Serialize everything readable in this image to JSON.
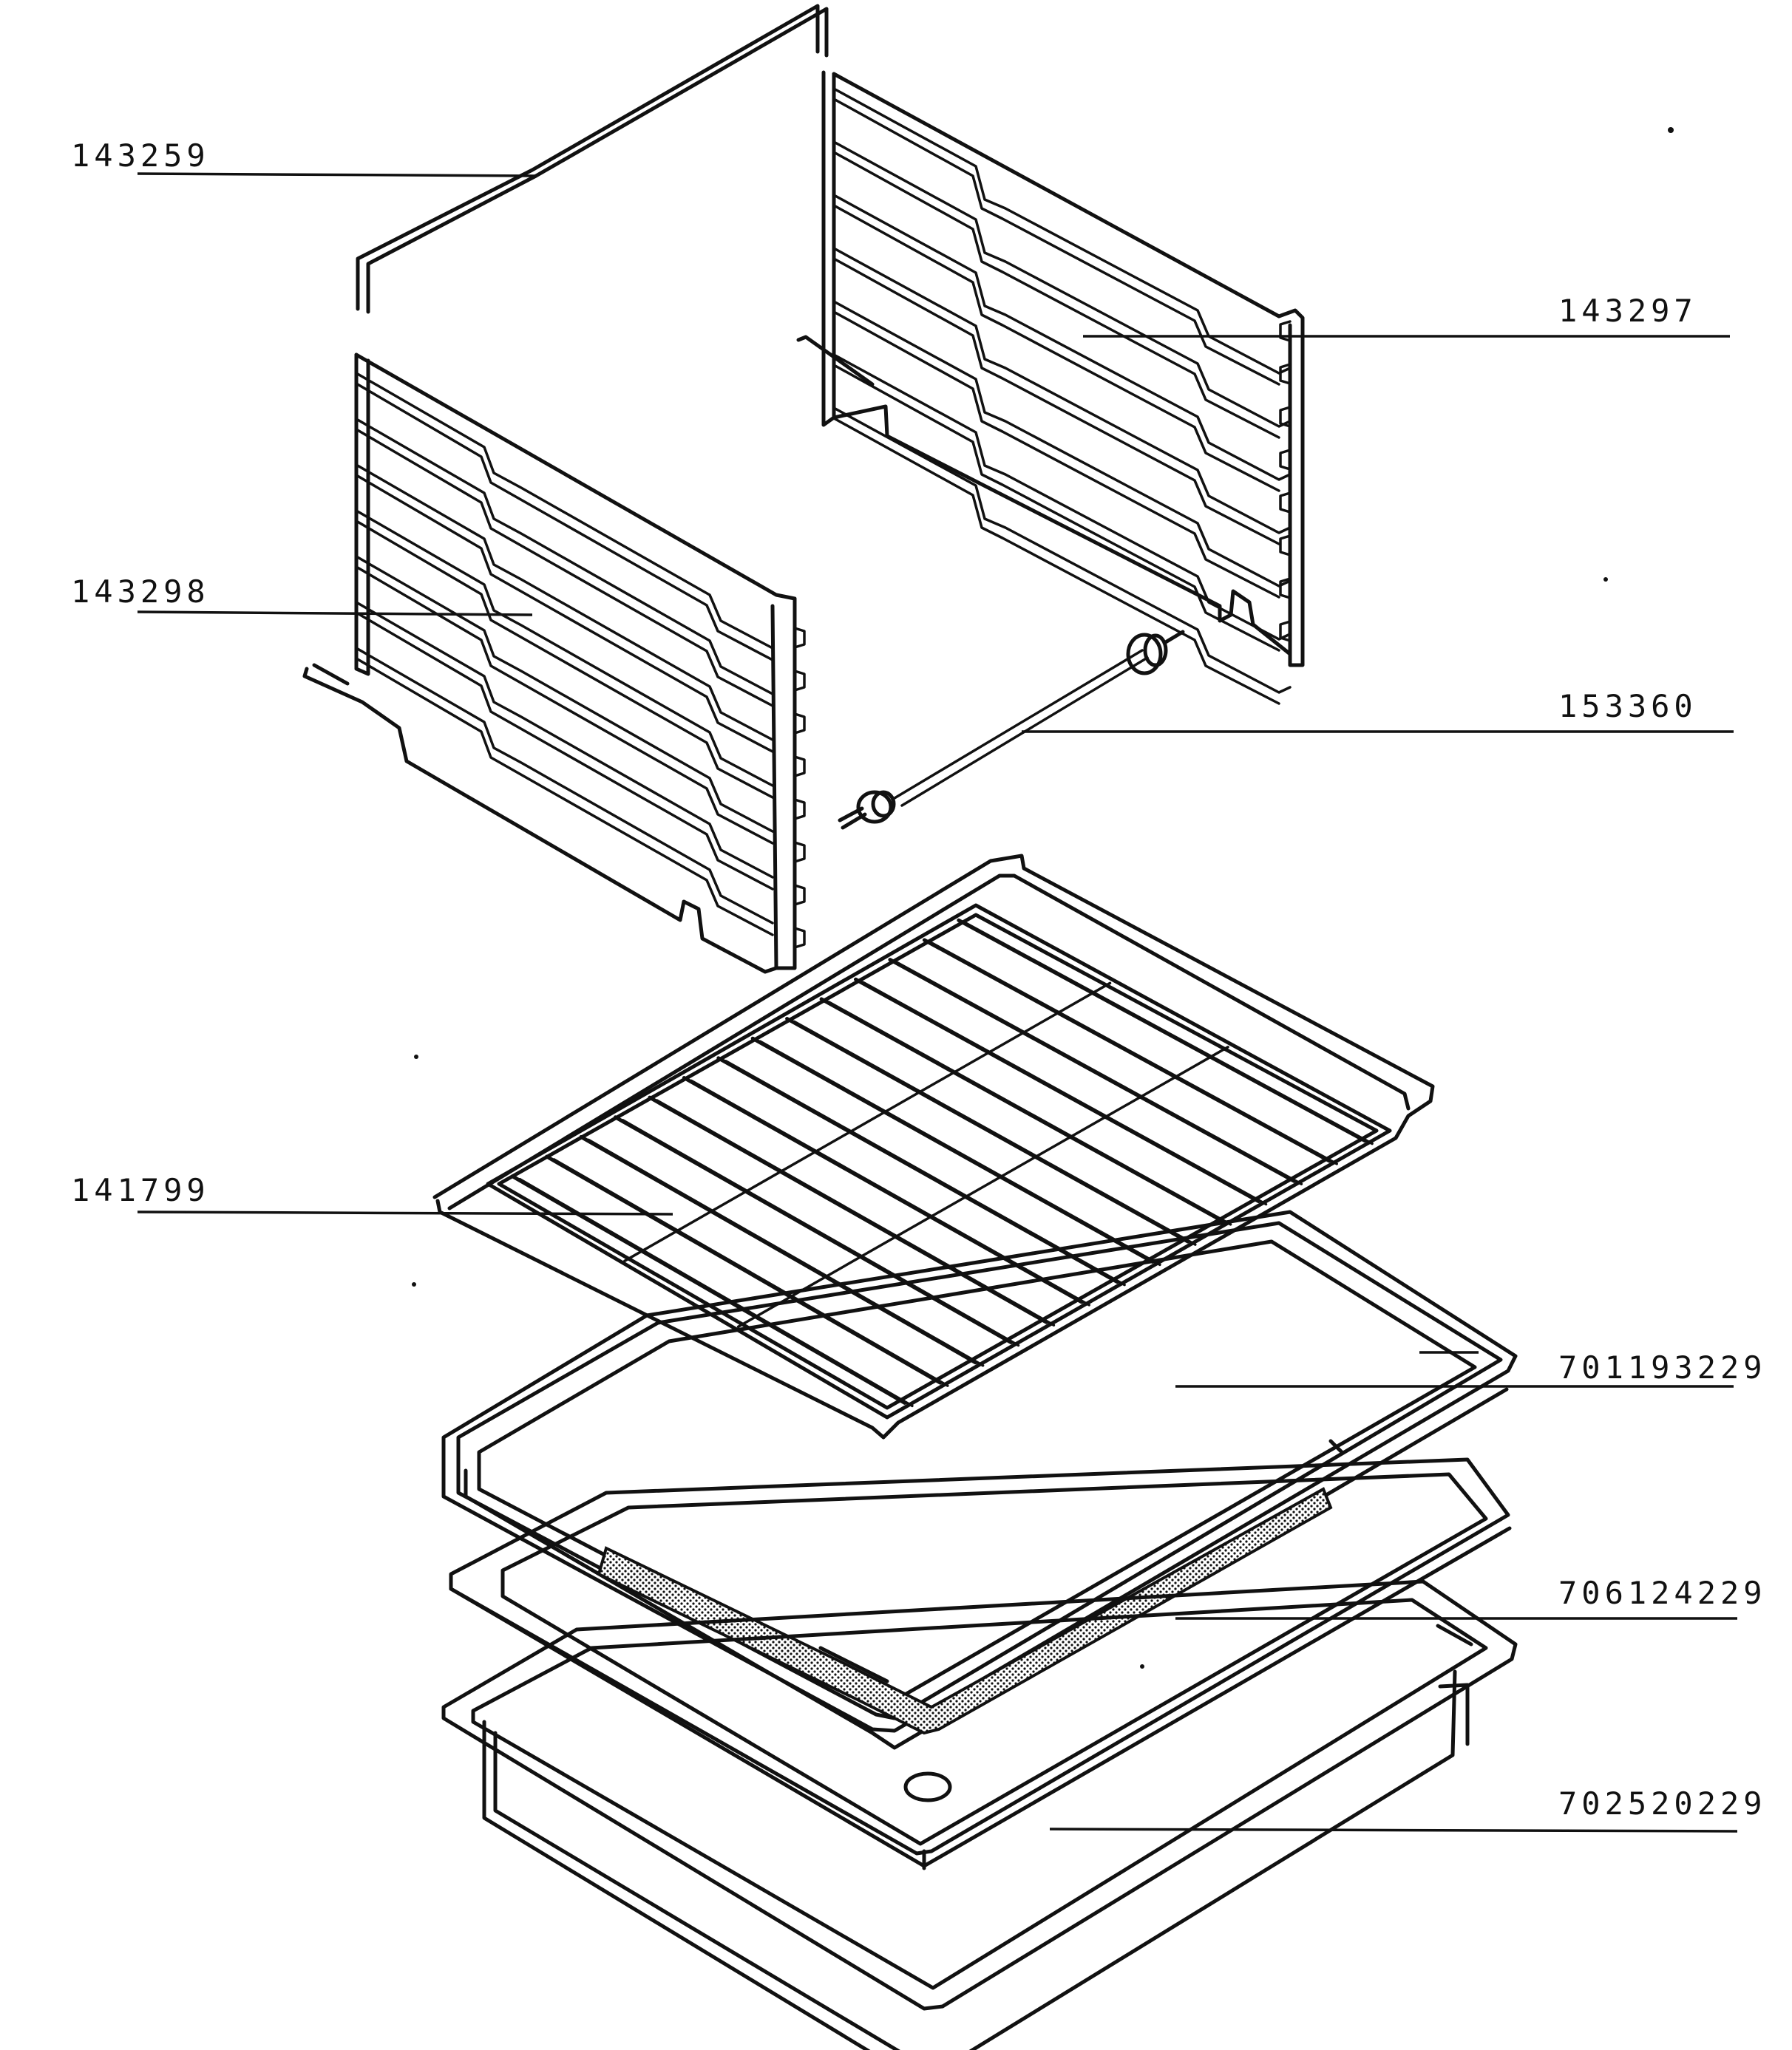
{
  "diagram": {
    "colors": {
      "ink": "#111111",
      "paper": "#ffffff"
    },
    "parts": [
      {
        "id": "top-rod",
        "number": "143259"
      },
      {
        "id": "right-side-rack",
        "number": "143297"
      },
      {
        "id": "left-side-rack",
        "number": "143298"
      },
      {
        "id": "rotisserie-spit",
        "number": "153360"
      },
      {
        "id": "wire-shelf",
        "number": "141799"
      },
      {
        "id": "baking-tray",
        "number": "701193229"
      },
      {
        "id": "grease-filter-tray",
        "number": "706124229"
      },
      {
        "id": "drip-pan",
        "number": "702520229"
      }
    ]
  }
}
